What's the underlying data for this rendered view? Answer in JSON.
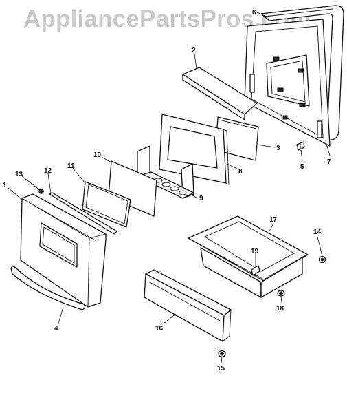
{
  "watermark": {
    "text": "AppliancePartsPros.com"
  },
  "callouts": {
    "c1": "1",
    "c2": "2",
    "c3": "3",
    "c4": "4",
    "c5": "5",
    "c6": "6",
    "c7": "7",
    "c8": "8",
    "c9": "9",
    "c10": "10",
    "c11": "11",
    "c12": "12",
    "c13": "13",
    "c14": "14",
    "c15": "15",
    "c16": "16",
    "c17": "17",
    "c18": "18",
    "c19": "19"
  }
}
